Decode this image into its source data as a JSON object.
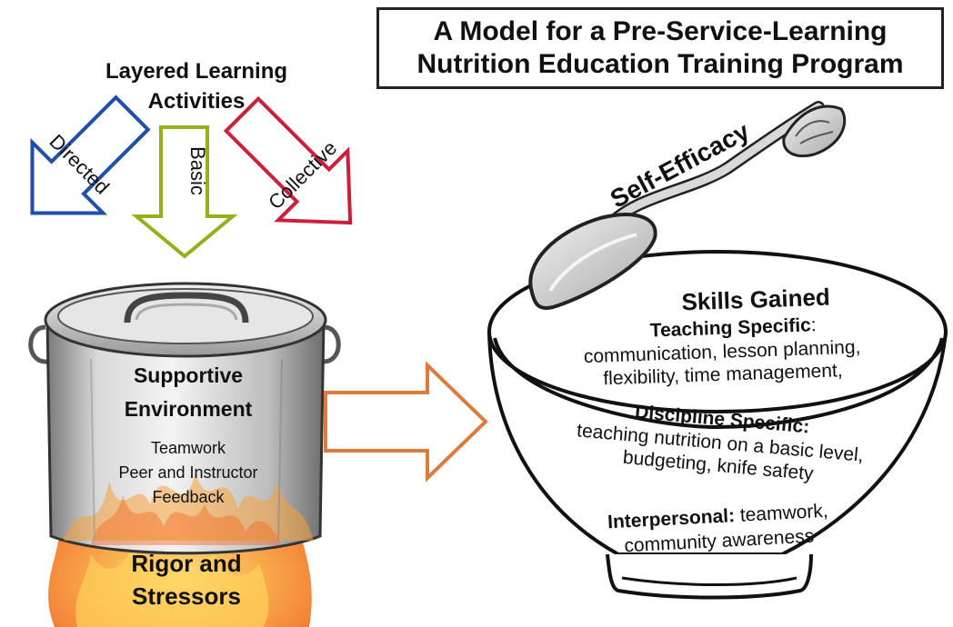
{
  "title": {
    "line1": "A Model for a Pre-Service-Learning",
    "line2": "Nutrition Education Training Program"
  },
  "layered_activities": {
    "heading_line1": "Layered Learning",
    "heading_line2": "Activities",
    "arrows": [
      {
        "label": "Directed",
        "color": "#1f4fa8"
      },
      {
        "label": "Basic",
        "color": "#9aad1c"
      },
      {
        "label": "Collective",
        "color": "#cc1f3a"
      }
    ]
  },
  "pot": {
    "heading_line1": "Supportive",
    "heading_line2": "Environment",
    "items": [
      "Teamwork",
      "Peer and Instructor",
      "Feedback"
    ],
    "fire_line1": "Rigor and",
    "fire_line2": "Stressors"
  },
  "arrow_color": "#e07a3a",
  "spoon_label": "Self-Efficacy",
  "bowl": {
    "heading": "Skills Gained",
    "teaching_label": "Teaching Specific",
    "teaching_colon": ":",
    "teaching_line1": "communication, lesson planning,",
    "teaching_line2": "flexibility, time management,",
    "discipline_label": "Discipline Specific:",
    "discipline_line1": "teaching nutrition on a basic level,",
    "discipline_line2": "budgeting, knife safety",
    "interpersonal_label": "Interpersonal:",
    "interpersonal_rest": " teamwork,",
    "interpersonal_line2": "community awareness"
  }
}
